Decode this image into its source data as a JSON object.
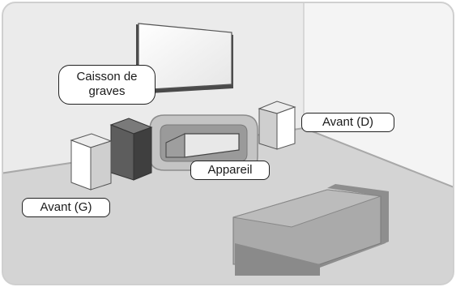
{
  "labels": {
    "subwoofer_line1": "Caisson de",
    "subwoofer_line2": "graves",
    "front_right": "Avant (D)",
    "device": "Appareil",
    "front_left": "Avant (G)"
  },
  "colors": {
    "wall": "#ebebeb",
    "right_wall": "#f2f2f2",
    "floor": "#d6d6d6",
    "outline": "#222222",
    "tv_frame": "#555555",
    "subwoofer": "#5a5a5a",
    "sofa": "#9c9c9c",
    "rack": "#bdbdbd"
  }
}
